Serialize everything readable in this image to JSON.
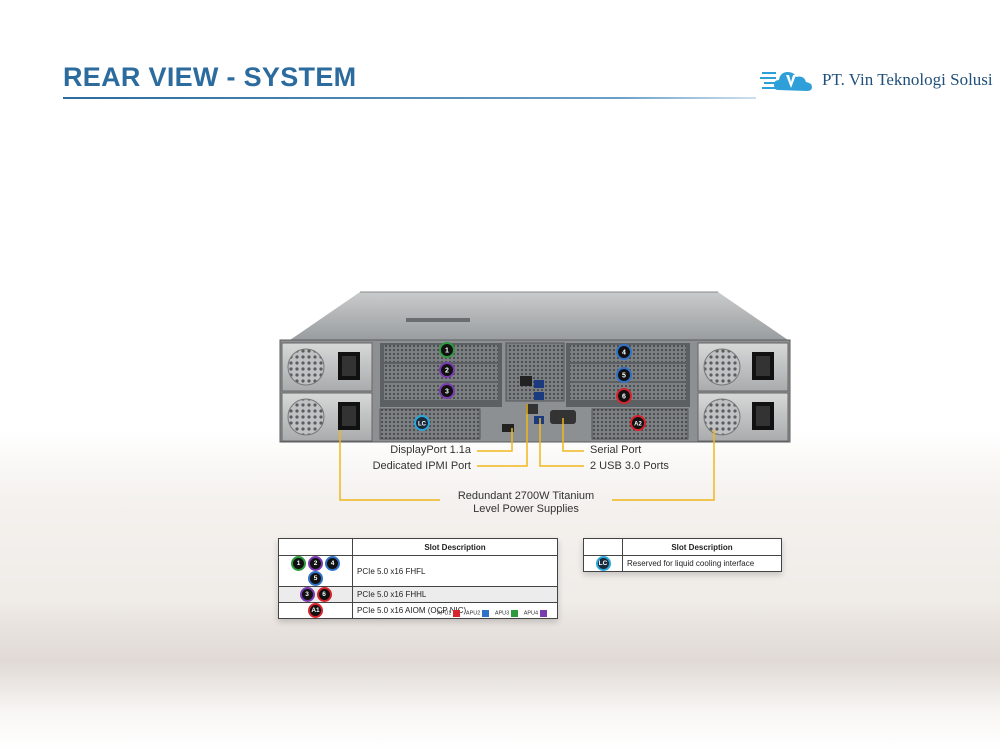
{
  "header": {
    "title": "REAR VIEW - SYSTEM",
    "company": "PT. Vin Teknologi Solusi"
  },
  "colors": {
    "brand_blue": "#2b6b9e",
    "callout_line": "#f0b81c",
    "apu1": "#d8222c",
    "apu2": "#2f72c8",
    "apu3": "#2e9a3e",
    "apu4": "#7a3bb0"
  },
  "chassis_labels": {
    "slots_left": [
      "1",
      "2",
      "3"
    ],
    "slots_right": [
      "4",
      "5",
      "6"
    ],
    "lc": "LC",
    "a2": "A2"
  },
  "callouts": {
    "displayport": "DisplayPort 1.1a",
    "ipmi": "Dedicated IPMI  Port",
    "serial": "Serial Port",
    "usb": "2 USB 3.0 Ports",
    "psu_line1": "Redundant  2700W Titanium",
    "psu_line2": "Level Power Supplies"
  },
  "table_left": {
    "header": "Slot Description",
    "rows": [
      {
        "badges": [
          "1",
          "2",
          "4",
          "5"
        ],
        "description": "PCIe 5.0 x16 FHFL"
      },
      {
        "badges": [
          "3",
          "6"
        ],
        "description": "PCIe 5.0 x16 FHHL"
      },
      {
        "badges": [
          "A1"
        ],
        "description": "PCIe 5.0 x16 AIOM (OCP NIC)"
      }
    ]
  },
  "table_right": {
    "header": "Slot Description",
    "rows": [
      {
        "badges": [
          "LC"
        ],
        "description": "Reserved  for  liquid cooling interface"
      }
    ]
  },
  "legend": [
    {
      "label": "APU1",
      "color": "#d8222c"
    },
    {
      "label": "APU2",
      "color": "#2f72c8"
    },
    {
      "label": "APU3",
      "color": "#2e9a3e"
    },
    {
      "label": "APU4",
      "color": "#7a3bb0"
    }
  ]
}
